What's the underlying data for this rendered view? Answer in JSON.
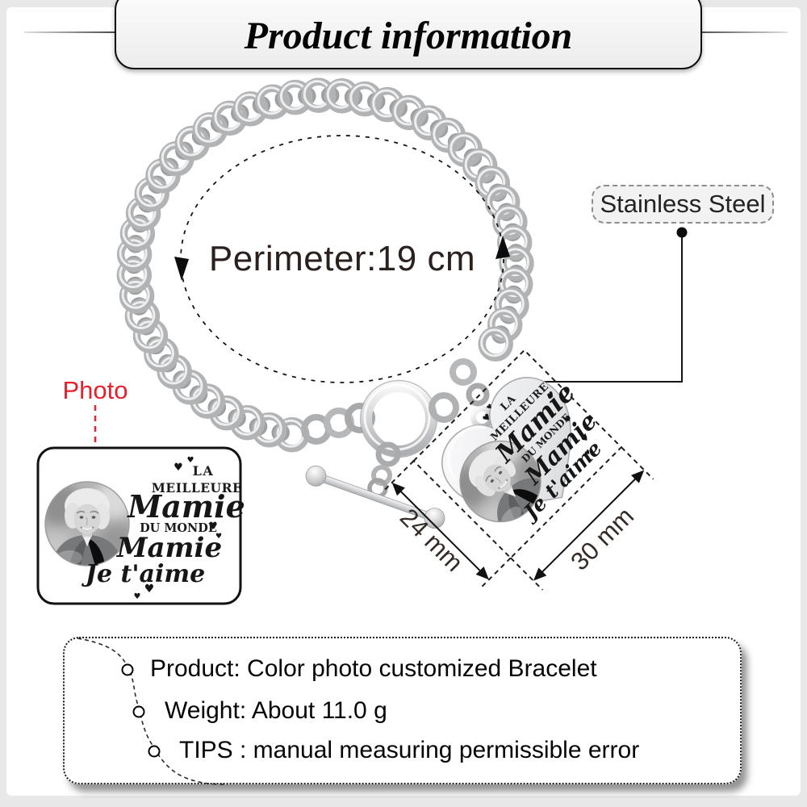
{
  "title": "Product information",
  "annotations": {
    "perimeter": "Perimeter:19 cm",
    "material": "Stainless Steel",
    "photo": "Photo",
    "dim_width": "24 mm",
    "dim_height": "30 mm"
  },
  "engraving": {
    "line1": "LA",
    "line2": "MEILLEURE",
    "line3": "Mamie",
    "line4": "DU MONDE",
    "line5": "Mamie",
    "line6": "Je t'aime"
  },
  "specs": [
    "Product: Color photo customized Bracelet",
    "Weight: About 11.0 g",
    "TIPS : manual measuring permissible error"
  ],
  "icons": {
    "heart": "♥"
  },
  "colors": {
    "photo_red": "#e81f2e",
    "ink": "#1c1c1c",
    "metal": "#c9cacc"
  }
}
